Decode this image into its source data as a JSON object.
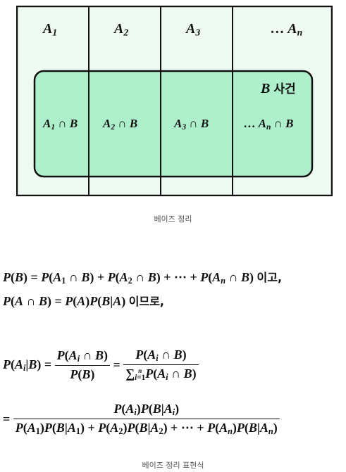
{
  "venn": {
    "cells": [
      {
        "name": "A",
        "sub": "1"
      },
      {
        "name": "A",
        "sub": "2"
      },
      {
        "name": "A",
        "sub": "3"
      },
      {
        "prefix": "… ",
        "name": "A",
        "sub": "n"
      }
    ],
    "event_b_title": {
      "name": "B",
      "word": "사건"
    },
    "intersections": [
      {
        "name": "A",
        "sub": "1",
        "rest": " ∩ B"
      },
      {
        "name": "A",
        "sub": "2",
        "rest": " ∩ B"
      },
      {
        "name": "A",
        "sub": "3",
        "rest": " ∩ B"
      },
      {
        "prefix": "… ",
        "name": "A",
        "sub": "n",
        "rest": " ∩ B"
      }
    ]
  },
  "captions": {
    "figure": "베이즈 정리",
    "bottom": "베이즈 정리 표현식"
  },
  "text": {
    "line1_suffix": "이고,",
    "line2_suffix": "이므로,"
  },
  "colors": {
    "outer_fill": "#eefaf2",
    "b_fill": "#aef0cc",
    "stroke": "#111111"
  }
}
